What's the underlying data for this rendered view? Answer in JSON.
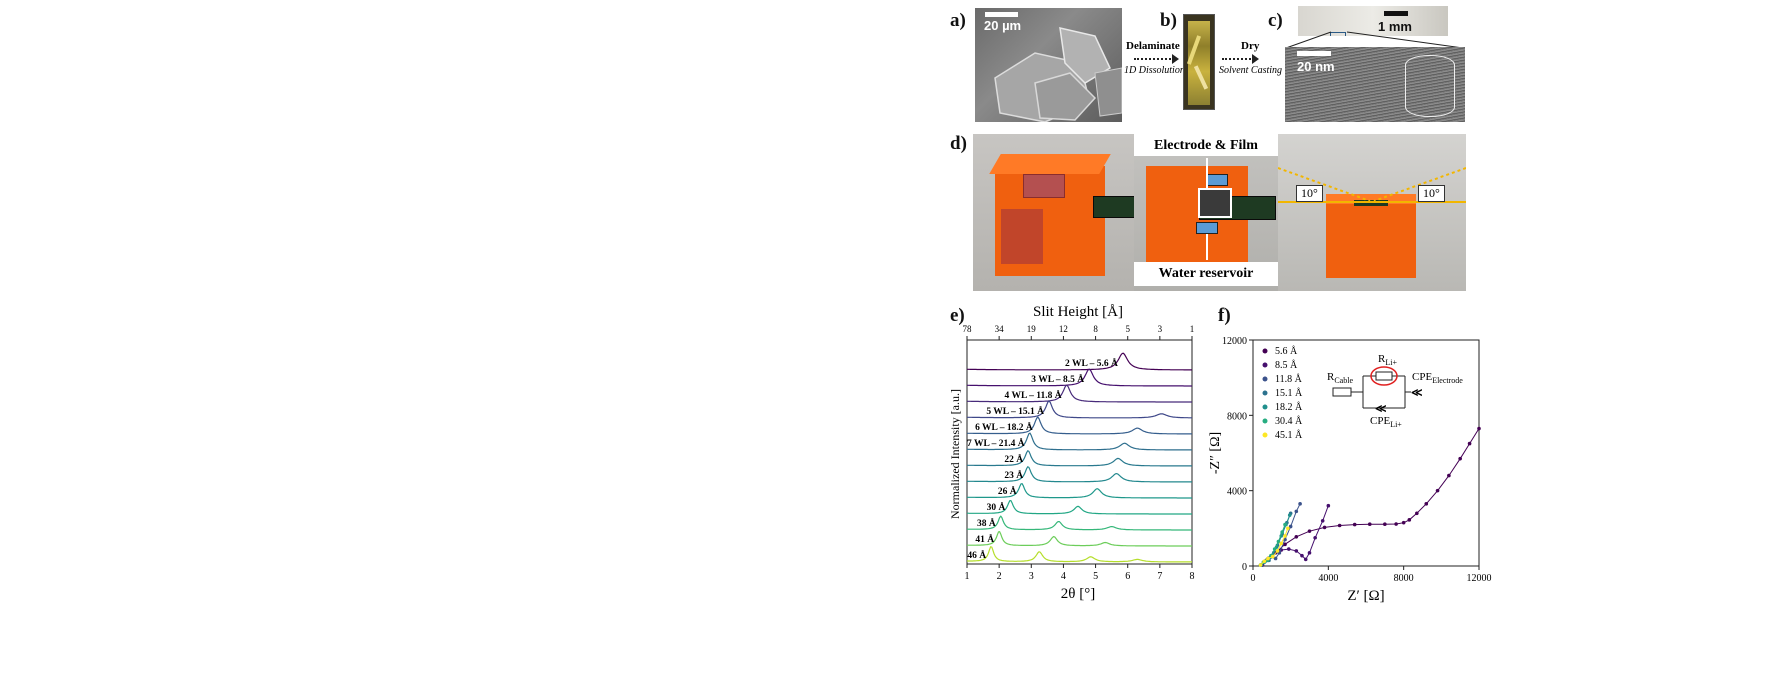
{
  "panels": {
    "a": "a)",
    "b": "b)",
    "c": "c)",
    "d": "d)",
    "e": "e)",
    "f": "f)"
  },
  "panel_a": {
    "scale_bar": "20 µm"
  },
  "panel_b": {
    "left_arrow_top": "Delaminate",
    "left_arrow_bottom": "1D Dissolution",
    "right_arrow_top": "Dry",
    "right_arrow_bottom": "Solvent Casting"
  },
  "panel_c": {
    "scale_top": "1 mm",
    "scale_bottom": "20 nm"
  },
  "panel_d": {
    "label_top": "Electrode & Film",
    "label_bottom": "Water reservoir",
    "angle_left": "10°",
    "angle_right": "10°"
  },
  "chart_data": [
    {
      "type": "line",
      "panel": "e",
      "title": "Slit Height [Å]",
      "xlabel": "2θ [°]",
      "ylabel": "Normalized Intensity [a.u.]",
      "xlim": [
        1,
        8
      ],
      "xticks": [
        "1",
        "2",
        "3",
        "4",
        "5",
        "6",
        "7",
        "8"
      ],
      "top_axis_ticks": [
        "78",
        "34",
        "19",
        "12",
        "8",
        "5",
        "3",
        "1"
      ],
      "series": [
        {
          "name": "2 WL – 5.6 Å",
          "color": "#440154",
          "peaks": [
            [
              5.85,
              1.0
            ]
          ]
        },
        {
          "name": "3 WL – 8.5 Å",
          "color": "#46106e",
          "peaks": [
            [
              4.8,
              1.0
            ]
          ]
        },
        {
          "name": "4 WL – 11.8 Å",
          "color": "#472a7a",
          "peaks": [
            [
              4.1,
              1.0
            ]
          ]
        },
        {
          "name": "5 WL – 15.1 Å",
          "color": "#3f4889",
          "peaks": [
            [
              3.55,
              1.0
            ],
            [
              7.05,
              0.25
            ]
          ]
        },
        {
          "name": "6 WL – 18.2 Å",
          "color": "#355e8d",
          "peaks": [
            [
              3.2,
              1.0
            ],
            [
              6.3,
              0.35
            ]
          ]
        },
        {
          "name": "7 WL – 21.4 Å",
          "color": "#2e6f8e",
          "peaks": [
            [
              2.95,
              1.0
            ],
            [
              5.9,
              0.4
            ]
          ]
        },
        {
          "name": "22 Å",
          "color": "#29798e",
          "peaks": [
            [
              2.9,
              0.9
            ],
            [
              5.7,
              0.45
            ]
          ]
        },
        {
          "name": "23 Å",
          "color": "#23888e",
          "peaks": [
            [
              2.9,
              0.9
            ],
            [
              5.65,
              0.5
            ]
          ]
        },
        {
          "name": "26 Å",
          "color": "#1f988b",
          "peaks": [
            [
              2.7,
              0.85
            ],
            [
              5.05,
              0.55
            ]
          ]
        },
        {
          "name": "30 Å",
          "color": "#22a785",
          "peaks": [
            [
              2.35,
              0.8
            ],
            [
              4.45,
              0.45
            ]
          ]
        },
        {
          "name": "38 Å",
          "color": "#35b779",
          "peaks": [
            [
              2.05,
              0.8
            ],
            [
              3.85,
              0.5
            ],
            [
              5.5,
              0.2
            ]
          ]
        },
        {
          "name": "41 Å",
          "color": "#6ccd5a",
          "peaks": [
            [
              2.0,
              0.85
            ],
            [
              3.7,
              0.55
            ],
            [
              5.3,
              0.2
            ]
          ]
        },
        {
          "name": "46 Å",
          "color": "#b5de2b",
          "peaks": [
            [
              1.75,
              0.9
            ],
            [
              3.25,
              0.6
            ],
            [
              4.85,
              0.3
            ],
            [
              6.3,
              0.15
            ]
          ]
        }
      ]
    },
    {
      "type": "scatter",
      "panel": "f",
      "xlabel": "Z′ [Ω]",
      "ylabel": "-Z″ [Ω]",
      "xlim": [
        0,
        12000
      ],
      "ylim": [
        0,
        12000
      ],
      "xticks": [
        "0",
        "4000",
        "8000",
        "12000"
      ],
      "yticks": [
        "0",
        "4000",
        "8000",
        "12000"
      ],
      "legend_position": "top-left",
      "series": [
        {
          "name": "5.6 Å",
          "color": "#440154",
          "points": [
            [
              500,
              50
            ],
            [
              800,
              300
            ],
            [
              1200,
              700
            ],
            [
              1700,
              1150
            ],
            [
              2300,
              1550
            ],
            [
              3000,
              1850
            ],
            [
              3800,
              2050
            ],
            [
              4600,
              2150
            ],
            [
              5400,
              2200
            ],
            [
              6200,
              2220
            ],
            [
              7000,
              2220
            ],
            [
              7600,
              2230
            ],
            [
              8000,
              2300
            ],
            [
              8300,
              2450
            ],
            [
              8700,
              2800
            ],
            [
              9200,
              3300
            ],
            [
              9800,
              4000
            ],
            [
              10400,
              4800
            ],
            [
              11000,
              5700
            ],
            [
              11500,
              6500
            ],
            [
              12000,
              7300
            ]
          ]
        },
        {
          "name": "8.5 Å",
          "color": "#46106e",
          "points": [
            [
              500,
              50
            ],
            [
              800,
              400
            ],
            [
              1100,
              700
            ],
            [
              1500,
              850
            ],
            [
              1900,
              900
            ],
            [
              2300,
              800
            ],
            [
              2600,
              550
            ],
            [
              2800,
              350
            ],
            [
              3000,
              700
            ],
            [
              3300,
              1500
            ],
            [
              3700,
              2400
            ],
            [
              4000,
              3200
            ]
          ]
        },
        {
          "name": "11.8 Å",
          "color": "#3b528b",
          "points": [
            [
              450,
              50
            ],
            [
              700,
              300
            ],
            [
              900,
              450
            ],
            [
              1200,
              400
            ],
            [
              1400,
              700
            ],
            [
              1700,
              1400
            ],
            [
              2000,
              2100
            ],
            [
              2300,
              2900
            ],
            [
              2500,
              3300
            ]
          ]
        },
        {
          "name": "15.1 Å",
          "color": "#2c728e",
          "points": [
            [
              450,
              50
            ],
            [
              650,
              250
            ],
            [
              850,
              300
            ],
            [
              1050,
              550
            ],
            [
              1300,
              1100
            ],
            [
              1550,
              1700
            ],
            [
              1800,
              2300
            ],
            [
              2000,
              2800
            ]
          ]
        },
        {
          "name": "18.2 Å",
          "color": "#21908d",
          "points": [
            [
              400,
              50
            ],
            [
              600,
              200
            ],
            [
              800,
              300
            ],
            [
              1000,
              500
            ],
            [
              1250,
              1000
            ],
            [
              1500,
              1600
            ],
            [
              1750,
              2200
            ],
            [
              1950,
              2700
            ]
          ]
        },
        {
          "name": "30.4 Å",
          "color": "#27ad81",
          "points": [
            [
              400,
              50
            ],
            [
              550,
              200
            ],
            [
              750,
              300
            ],
            [
              950,
              550
            ],
            [
              1150,
              900
            ],
            [
              1350,
              1300
            ],
            [
              1550,
              1800
            ],
            [
              1700,
              2200
            ]
          ]
        },
        {
          "name": "45.1 Å",
          "color": "#fde725",
          "points": [
            [
              400,
              50
            ],
            [
              600,
              250
            ],
            [
              800,
              400
            ],
            [
              1050,
              500
            ],
            [
              1300,
              800
            ],
            [
              1500,
              1200
            ],
            [
              1700,
              1600
            ],
            [
              1850,
              2000
            ]
          ]
        }
      ]
    }
  ],
  "circuit": {
    "r_cable": "R",
    "r_cable_sub": "Cable",
    "r_li": "R",
    "r_li_sub": "Li+",
    "cpe_el": "CPE",
    "cpe_el_sub": "Electrode",
    "cpe_li": "CPE",
    "cpe_li_sub": "Li+"
  }
}
